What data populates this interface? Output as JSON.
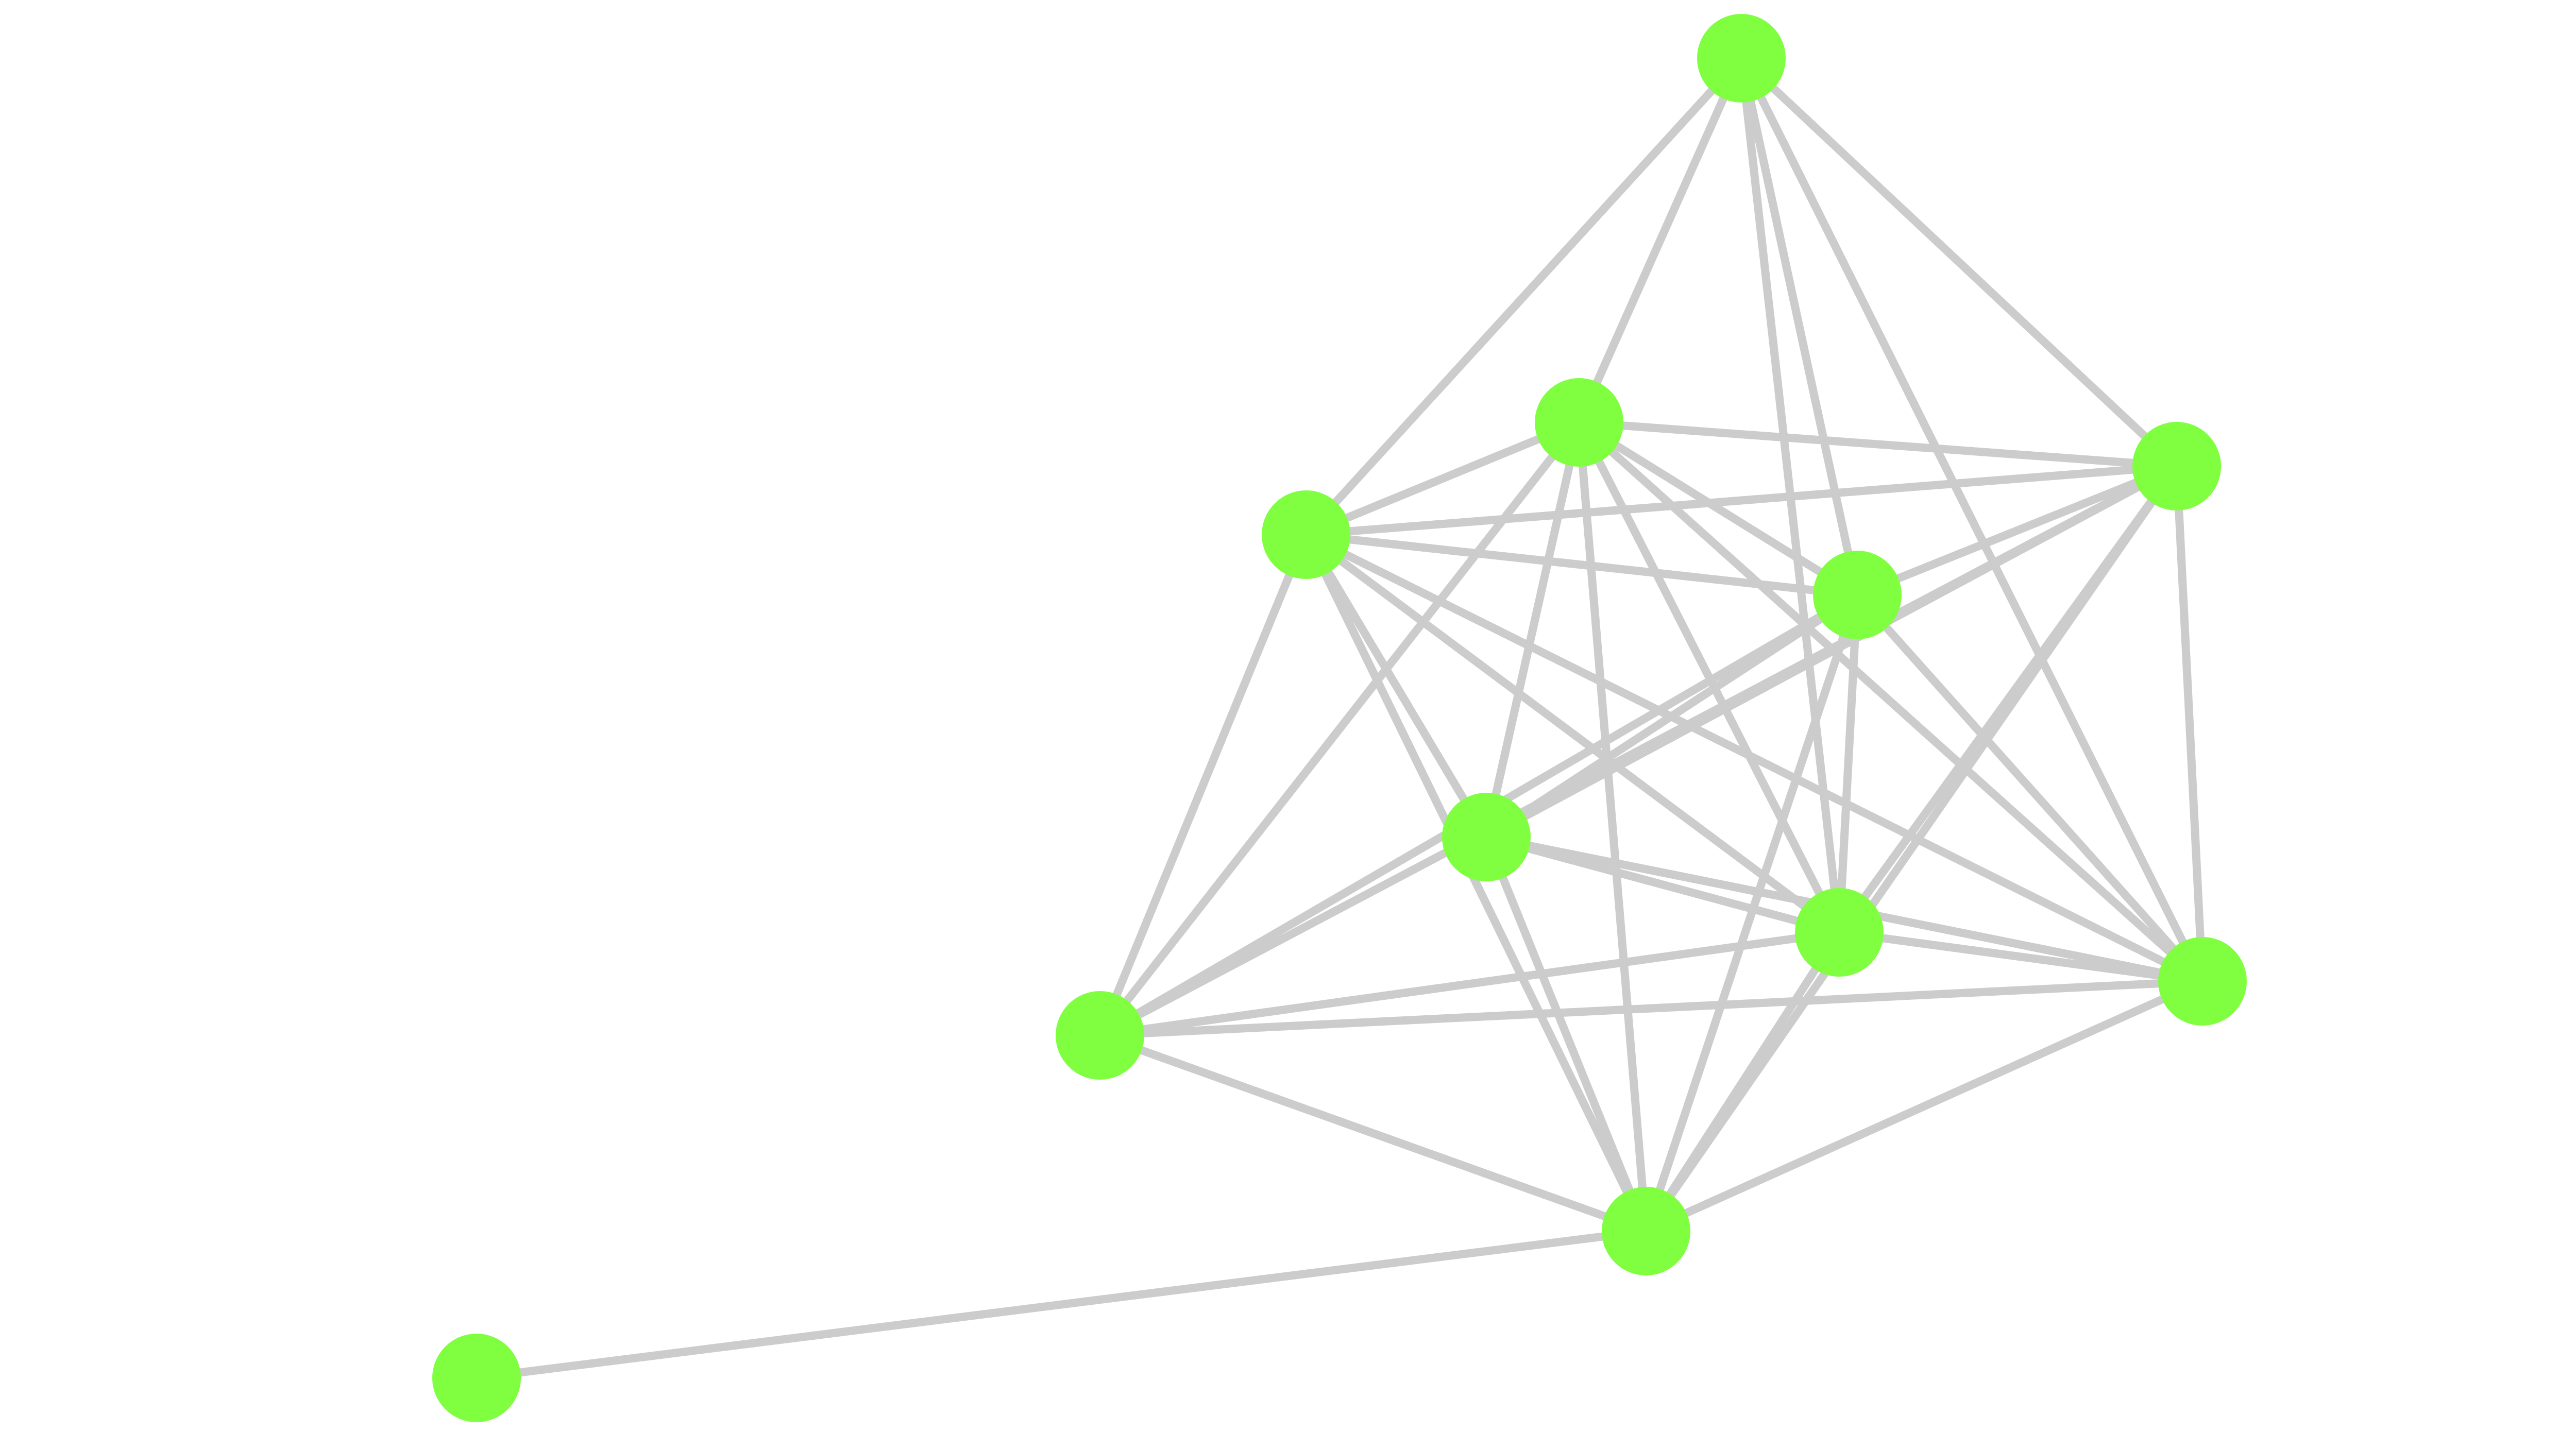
{
  "graph": {
    "node_color": "#80ff40",
    "edge_color": "#cccccc",
    "nodes": [
      {
        "id": "n1"
      },
      {
        "id": "n2"
      },
      {
        "id": "n3"
      },
      {
        "id": "n4"
      },
      {
        "id": "n5"
      },
      {
        "id": "n6"
      },
      {
        "id": "n7"
      },
      {
        "id": "n8"
      },
      {
        "id": "n9"
      },
      {
        "id": "n10"
      },
      {
        "id": "n11"
      }
    ],
    "edges": [
      [
        "n1",
        "n3"
      ],
      [
        "n1",
        "n2"
      ],
      [
        "n1",
        "n4"
      ],
      [
        "n1",
        "n5"
      ],
      [
        "n1",
        "n8"
      ],
      [
        "n1",
        "n7"
      ],
      [
        "n2",
        "n3"
      ],
      [
        "n2",
        "n4"
      ],
      [
        "n2",
        "n5"
      ],
      [
        "n2",
        "n6"
      ],
      [
        "n2",
        "n8"
      ],
      [
        "n2",
        "n9"
      ],
      [
        "n2",
        "n7"
      ],
      [
        "n2",
        "n10"
      ],
      [
        "n3",
        "n4"
      ],
      [
        "n3",
        "n5"
      ],
      [
        "n3",
        "n6"
      ],
      [
        "n3",
        "n7"
      ],
      [
        "n3",
        "n8"
      ],
      [
        "n3",
        "n9"
      ],
      [
        "n3",
        "n10"
      ],
      [
        "n4",
        "n5"
      ],
      [
        "n4",
        "n6"
      ],
      [
        "n4",
        "n7"
      ],
      [
        "n4",
        "n8"
      ],
      [
        "n4",
        "n9"
      ],
      [
        "n4",
        "n10"
      ],
      [
        "n5",
        "n6"
      ],
      [
        "n5",
        "n7"
      ],
      [
        "n5",
        "n8"
      ],
      [
        "n5",
        "n9"
      ],
      [
        "n5",
        "n10"
      ],
      [
        "n6",
        "n7"
      ],
      [
        "n6",
        "n8"
      ],
      [
        "n6",
        "n10"
      ],
      [
        "n7",
        "n8"
      ],
      [
        "n7",
        "n9"
      ],
      [
        "n7",
        "n10"
      ],
      [
        "n8",
        "n9"
      ],
      [
        "n8",
        "n10"
      ],
      [
        "n9",
        "n10"
      ],
      [
        "n10",
        "n11"
      ]
    ]
  }
}
